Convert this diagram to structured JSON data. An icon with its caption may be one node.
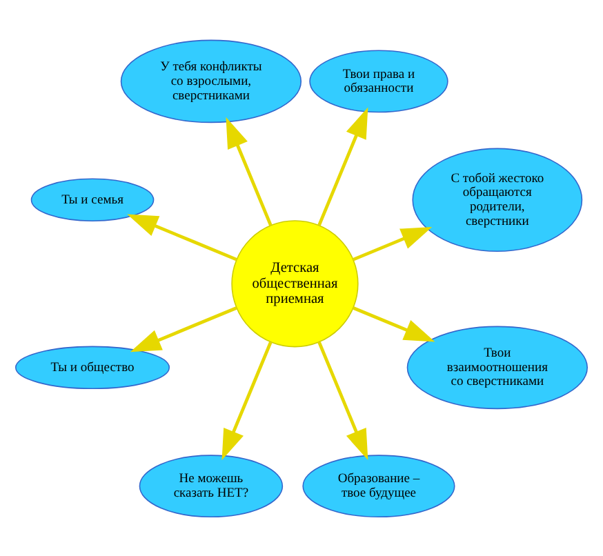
{
  "diagram": {
    "nodes": [
      {
        "text": [
          "Детская общественная приемная"
        ]
      },
      {
        "text": [
          "С тобой жестоко обращаются родители, сверстники"
        ]
      },
      {
        "text": [
          "Твои права и обязанности"
        ]
      },
      {
        "text": [
          "У тебя конфликты со взрослыми, сверстниками"
        ]
      },
      {
        "text": [
          "Ты и семья"
        ]
      },
      {
        "text": [
          "Ты и общество"
        ]
      },
      {
        "text": [
          "Не можешь сказать НЕТ?"
        ]
      },
      {
        "text": [
          "Образование – твое будущее"
        ]
      },
      {
        "text": [
          "Твои взаимоотношения со сверстниками"
        ]
      }
    ],
    "edges": [
      {
        "from": 0,
        "to": 1,
        "arrow": "to"
      },
      {
        "from": 0,
        "to": 3,
        "arrow": "to"
      },
      {
        "from": 0,
        "to": 5,
        "arrow": "to"
      },
      {
        "from": 0,
        "to": 7,
        "arrow": "to"
      },
      {
        "from": 0,
        "to": 8,
        "arrow": "to"
      },
      {
        "from": 0,
        "to": 6,
        "arrow": "to"
      },
      {
        "from": 0,
        "to": 4,
        "arrow": "to"
      },
      {
        "from": 0,
        "to": 2,
        "arrow": "to"
      }
    ]
  }
}
